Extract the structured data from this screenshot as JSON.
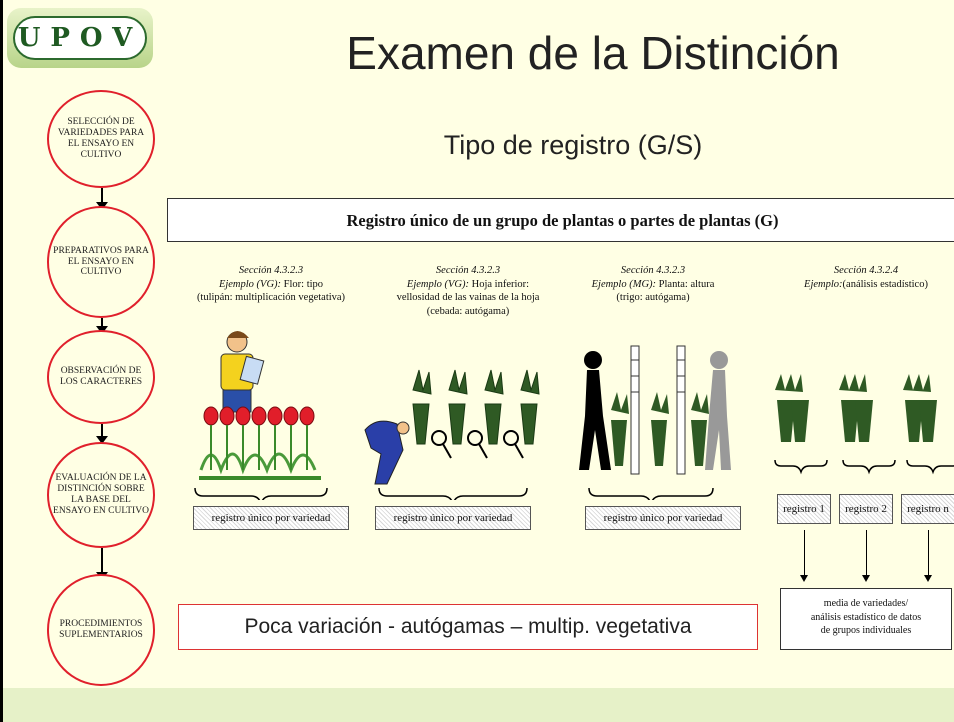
{
  "logo": {
    "text": "UPOV"
  },
  "title": "Examen de la Distinción",
  "subtitle": "Tipo de registro (G/S)",
  "steps": [
    "SELECCIÓN DE VARIEDADES PARA EL ENSAYO EN CULTIVO",
    "PREPARATIVOS PARA EL ENSAYO EN CULTIVO",
    "OBSERVACIÓN DE LOS CARACTERES",
    "EVALUACIÓN DE LA DISTINCIÓN SOBRE LA BASE DEL ENSAYO EN CULTIVO",
    "PROCEDIMIENTOS SUPLEMENTARIOS"
  ],
  "header_box": "Registro único de un grupo de plantas o partes de plantas (G)",
  "columns": [
    {
      "section": "Sección 4.3.2.3",
      "example_prefix": "Ejemplo (VG):",
      "example": "Flor:  tipo",
      "detail": "(tulipán:  multiplicación vegetativa)",
      "record": "registro único por variedad"
    },
    {
      "section": "Sección 4.3.2.3",
      "example_prefix": "Ejemplo (VG):",
      "example": "Hoja inferior:",
      "detail": "vellosidad de las vainas de la hoja",
      "detail2": "(cebada:  autógama)",
      "record": "registro único por variedad"
    },
    {
      "section": "Sección 4.3.2.3",
      "example_prefix": "Ejemplo (MG):",
      "example": "Planta:  altura",
      "detail": "(trigo:  autógama)",
      "record": "registro único por variedad"
    },
    {
      "section": "Sección 4.3.2.4",
      "example_prefix": "Ejemplo:",
      "example": "(análisis estadístico)"
    }
  ],
  "registros": [
    "registro 1",
    "registro 2",
    "registro n"
  ],
  "media_box": [
    "media de variedades/",
    "análisis estadístico de datos",
    "de grupos individuales"
  ],
  "bottom_box": "Poca variación - autógamas – multip. vegetativa",
  "colors": {
    "step_border": "#e0202c",
    "background": "#ffffe4",
    "accent_green": "#2c6a2e"
  },
  "icons": [
    "tulip-field-illustration",
    "person-with-clipboard-illustration",
    "person-with-magnifier-illustration",
    "plants-with-magnifiers-illustration",
    "people-measuring-height-illustration",
    "plant-groups-illustration"
  ]
}
